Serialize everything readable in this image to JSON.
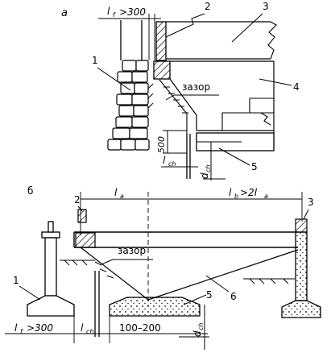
{
  "upper": {
    "panel_letter": "а",
    "dim_top": "l",
    "dim_top_sub": "f",
    "dim_top_cond": ">300",
    "label_gap": "зазор",
    "dim_height": "500",
    "dim_lch": "l",
    "dim_lch_sub": "ch",
    "dim_dch": "d",
    "dim_dch_sub": "ch",
    "callouts": [
      "1",
      "2",
      "3",
      "4",
      "5"
    ]
  },
  "lower": {
    "panel_letter": "б",
    "dim_la": "l",
    "dim_la_sub": "a",
    "dim_lb": "l",
    "dim_lb_sub": "b",
    "dim_lb_cond": ">2l",
    "dim_lb_cond_sub": "a",
    "label_gap": "зазор",
    "dim_lf": "l",
    "dim_lf_sub": "f",
    "dim_lf_cond": ">300",
    "dim_lch": "l",
    "dim_lch_sub": "ch",
    "dim_range": "100–200",
    "dim_dch": "d",
    "dim_dch_sub": "ch",
    "callouts": [
      "1",
      "2",
      "3",
      "5",
      "6"
    ]
  }
}
